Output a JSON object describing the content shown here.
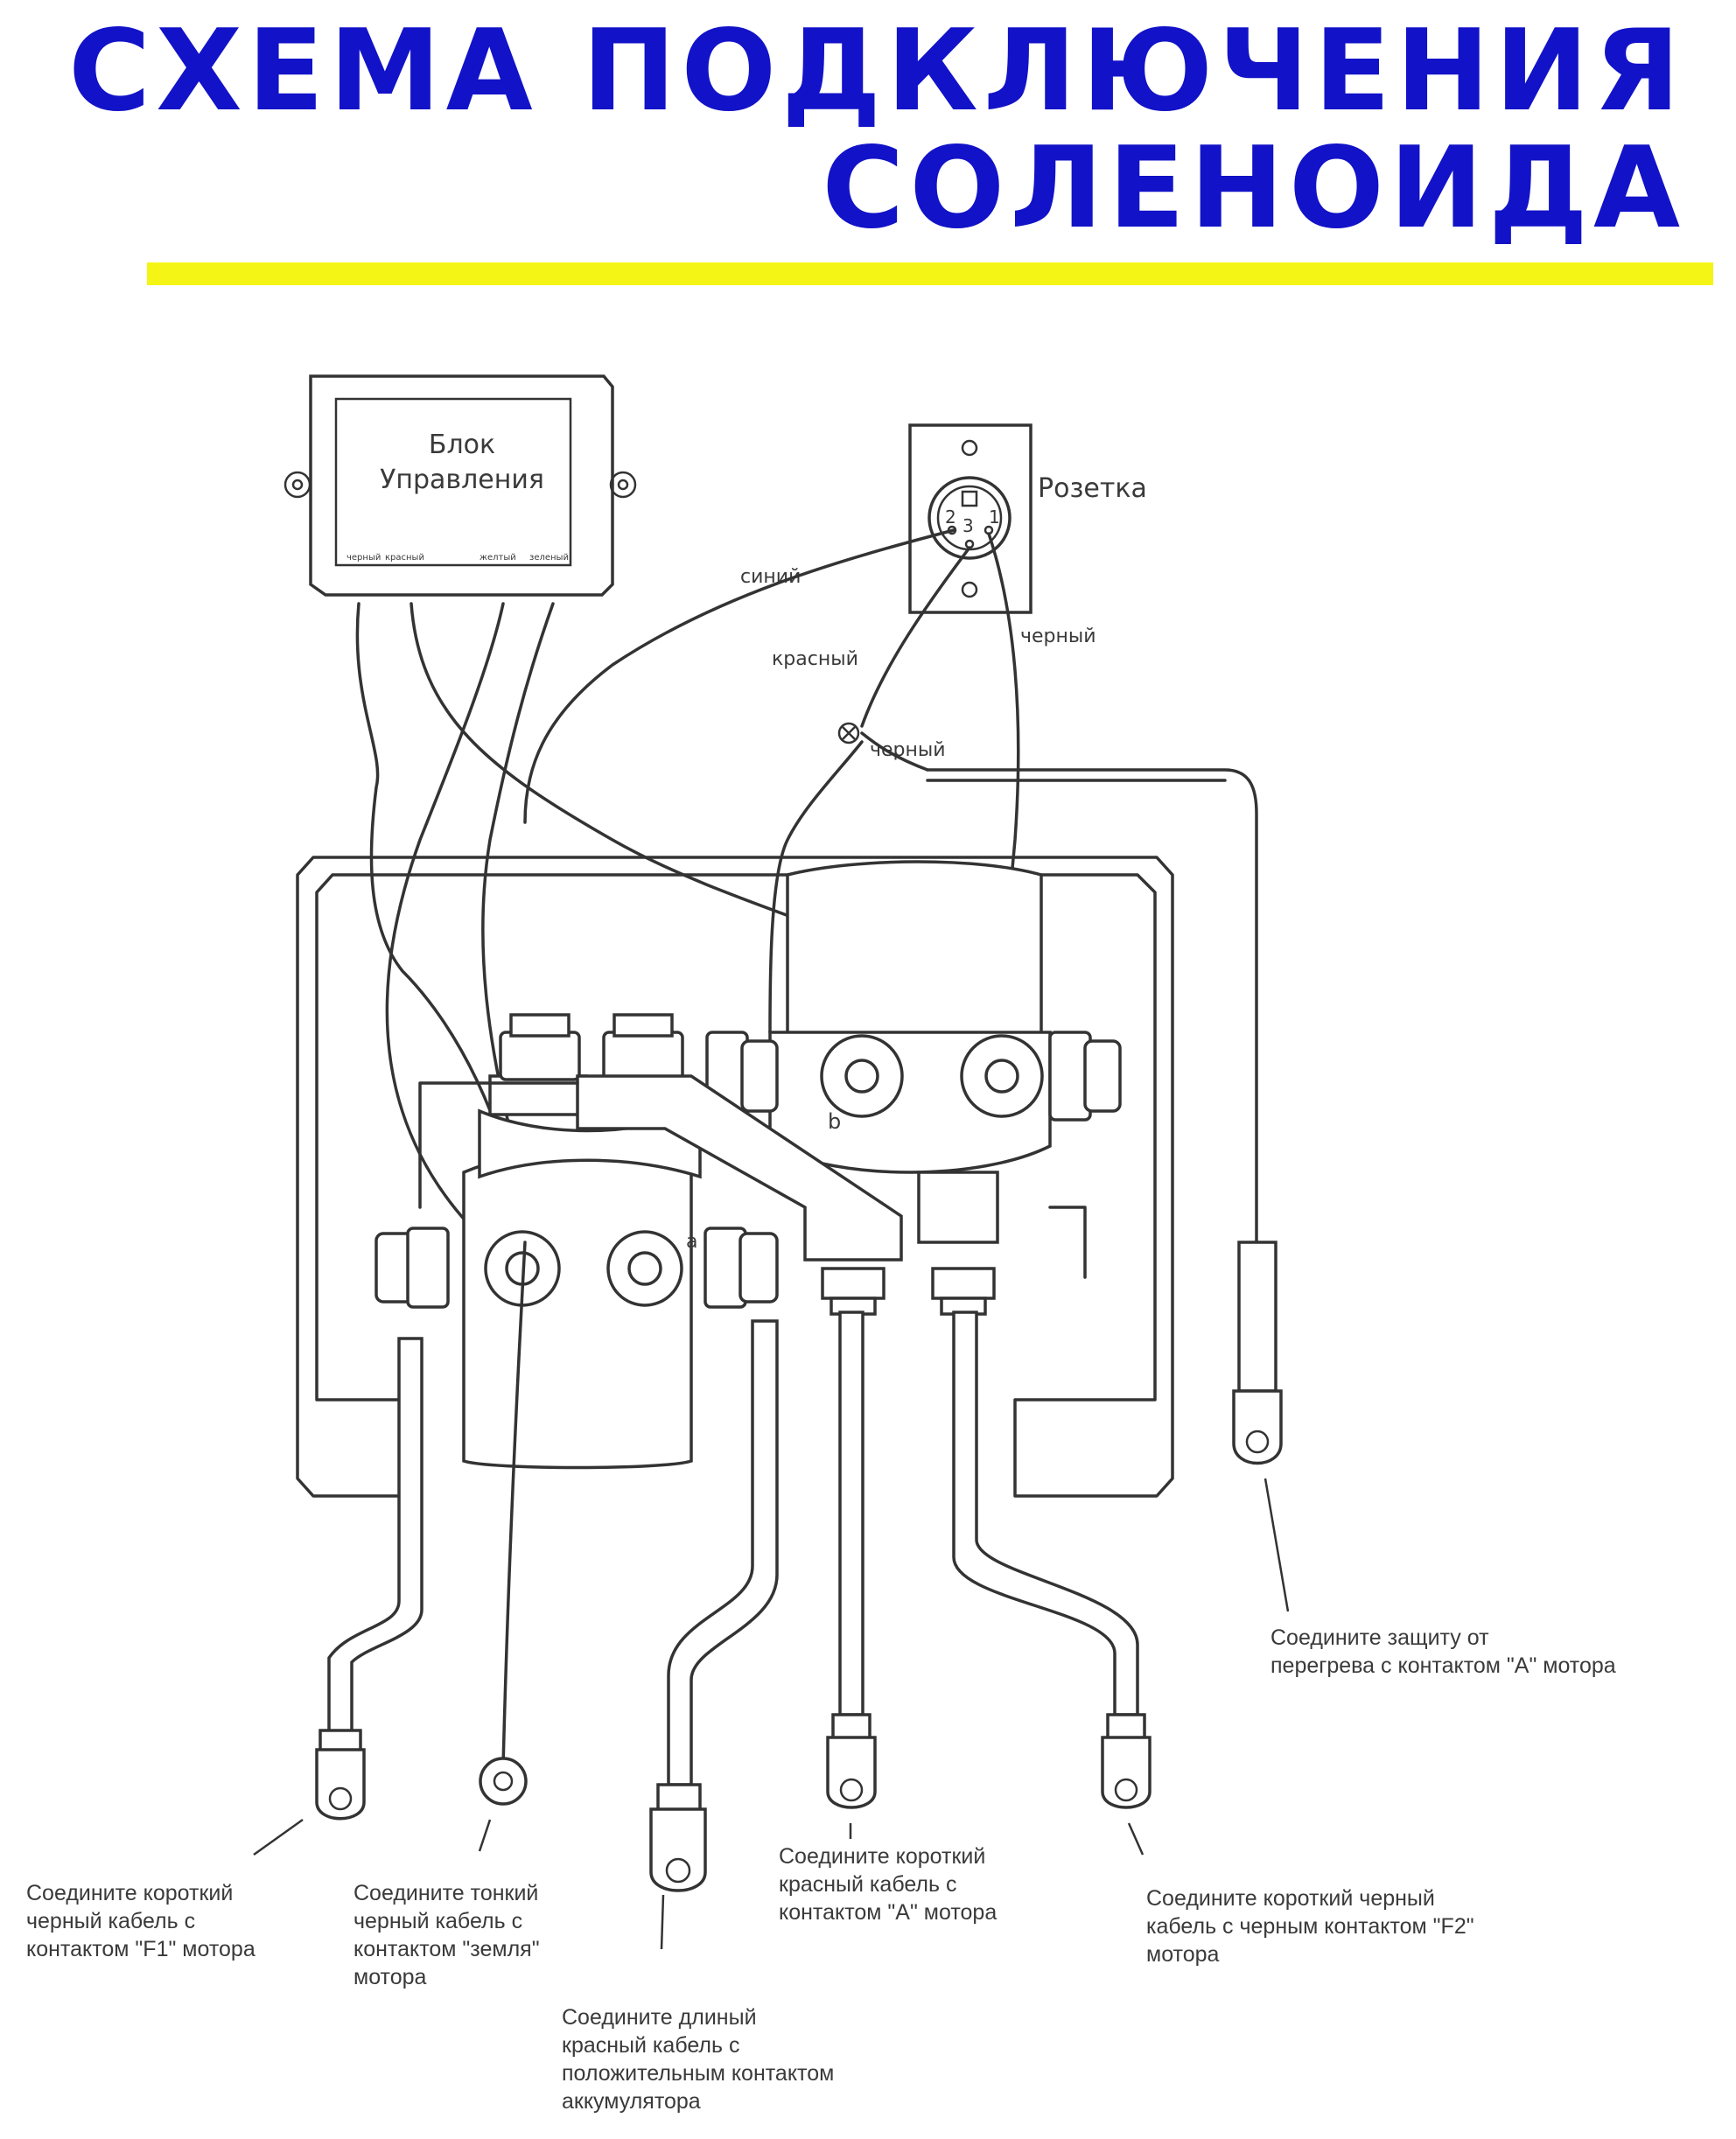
{
  "title": {
    "line1": "СХЕМА ПОДКЛЮЧЕНИЯ",
    "line2": "СОЛЕНОИДА"
  },
  "colors": {
    "title": "#1212c8",
    "accent_bar": "#f5f515",
    "lines": "#333333"
  },
  "control_box": {
    "label_line1": "Блок",
    "label_line2": "Управления",
    "wire_marks": [
      "черный",
      "красный",
      "желтый",
      "зеленый"
    ]
  },
  "socket": {
    "label": "Розетка",
    "pins": [
      "2",
      "3",
      "1"
    ]
  },
  "wire_labels": {
    "blue": "синий",
    "red": "красный",
    "black_socket": "черный",
    "black_junction": "черный"
  },
  "terminal_labels": {
    "a": "a",
    "b": "b"
  },
  "captions": {
    "f1": [
      "Соедините короткий",
      "черный кабель с",
      "контактом \"F1\" мотора"
    ],
    "ground": [
      "Соедините тонкий",
      "черный кабель с",
      "контактом \"земля\"",
      "мотора"
    ],
    "battery": [
      "Соедините длиный",
      "красный кабель с",
      "положительным контактом",
      "аккумулятора"
    ],
    "motor_a": [
      "Соедините короткий",
      "красный кабель с",
      "контактом \"A\" мотора"
    ],
    "f2": [
      "Соедините короткий черный",
      "кабель с черным контактом \"F2\"",
      "мотора"
    ],
    "thermal": [
      "Соедините защиту от",
      "перегрева с контактом \"A\" мотора"
    ]
  }
}
